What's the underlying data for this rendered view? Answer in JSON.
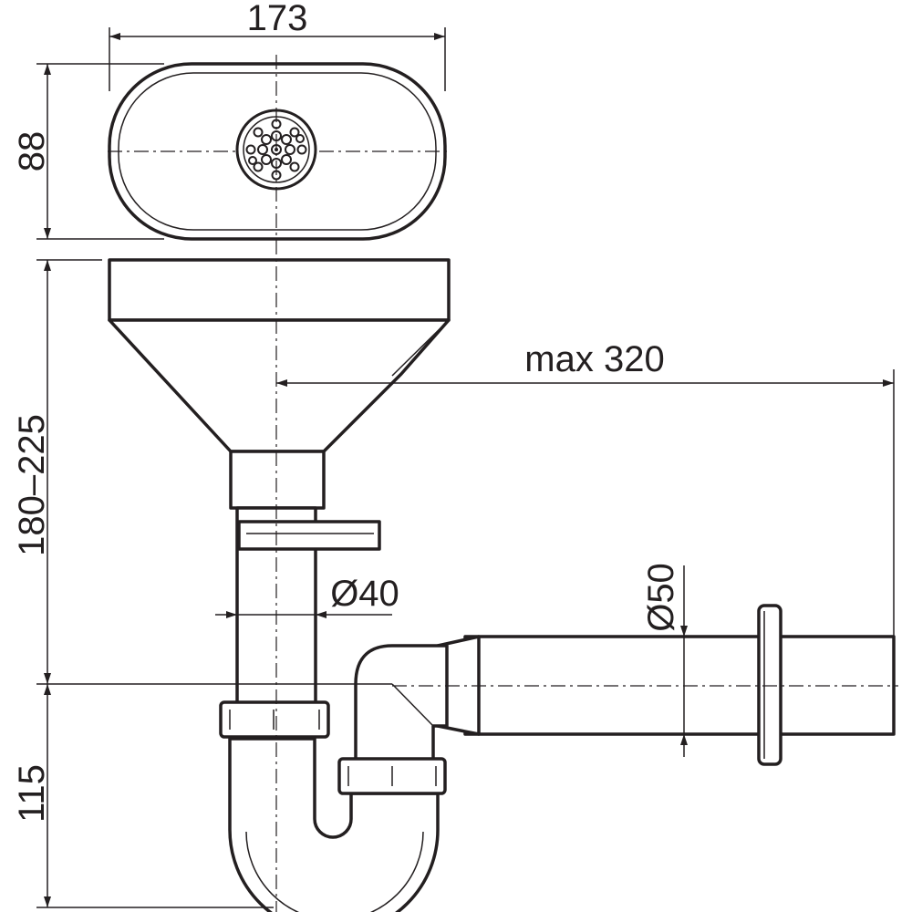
{
  "dimensions": {
    "width_top": "173",
    "height_top": "88",
    "funnel_height": "180–225",
    "trap_height": "115",
    "max_length": "max 320",
    "pipe_diameter_vertical": "Ø40",
    "pipe_diameter_horizontal": "Ø50"
  },
  "colors": {
    "line": "#231f20",
    "background": "#ffffff"
  }
}
